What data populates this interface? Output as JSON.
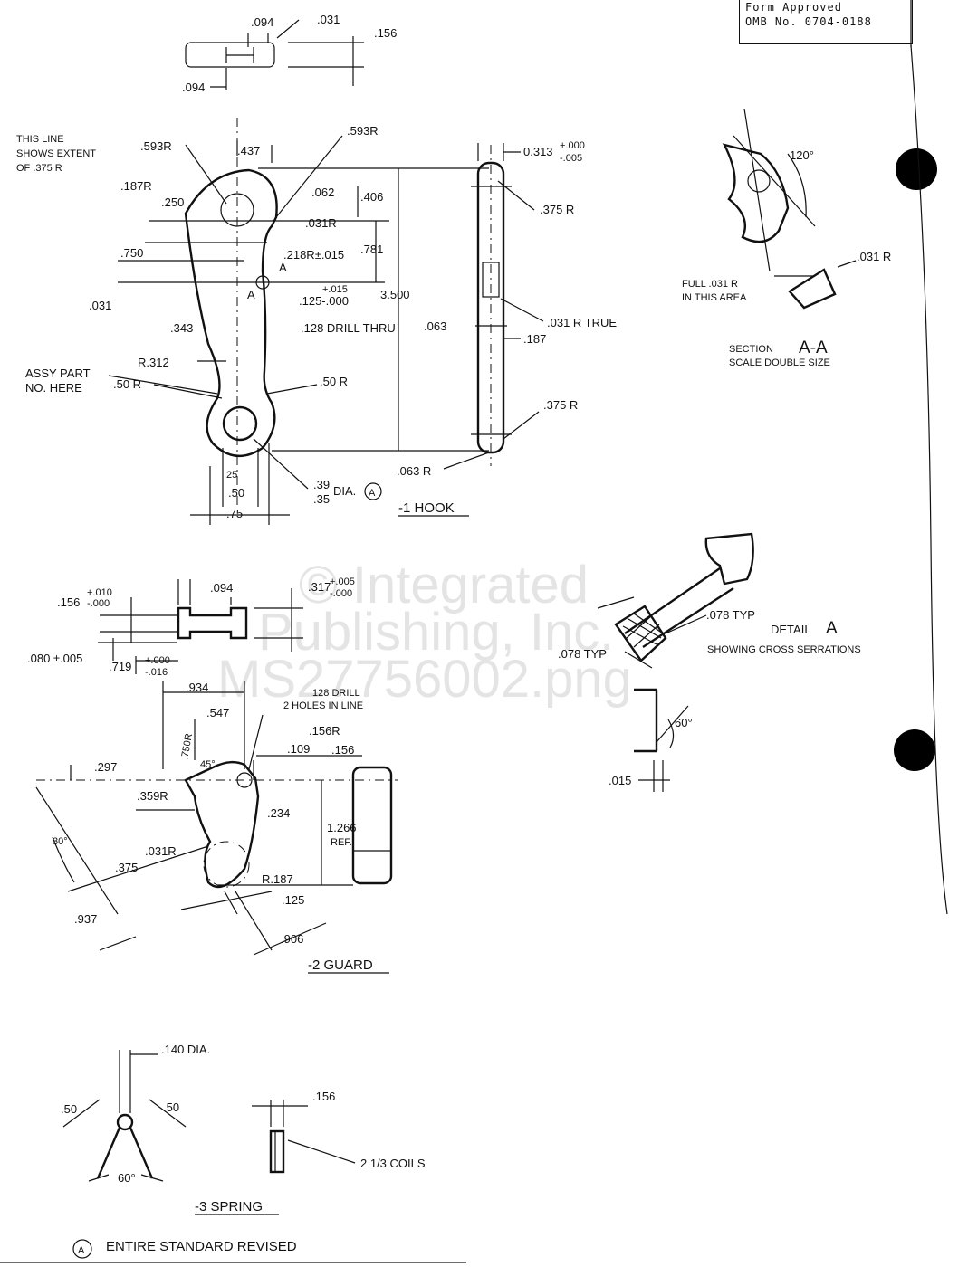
{
  "form": {
    "line1": "Form Approved",
    "line2": "OMB No. 0704-0188"
  },
  "watermark": {
    "line1": "© Integrated",
    "line2": "Publishing, Inc.",
    "line3": "MS27756002.png"
  },
  "top_view": {
    "d094_top": ".094",
    "d031": ".031",
    "d156": ".156",
    "d094_bottom": ".094"
  },
  "hook": {
    "note_line1": "THIS LINE",
    "note_line2": "SHOWS EXTENT",
    "note_line3": "OF .375 R",
    "r593_left": ".593R",
    "d437": ".437",
    "r593_right": ".593R",
    "r187": ".187R",
    "d250": ".250",
    "d062": ".062",
    "d406": ".406",
    "r031": ".031R",
    "d750": ".750",
    "r218": ".218R±.015",
    "d781": ".781",
    "a_label": "A",
    "d031_left": ".031",
    "tol_plus": "+.015",
    "tol_125": ".125-.000",
    "d3500": "3.500",
    "drill": ".128 DRILL THRU",
    "d343": ".343",
    "r312": "R.312",
    "assy1": "ASSY PART",
    "assy2": "NO. HERE",
    "r50_left": ".50 R",
    "r50_right": ".50 R",
    "d25": ".25",
    "d50": ".50",
    "d75": ".75",
    "dia_top": ".39",
    "dia_bottom": ".35",
    "dia_label": "DIA.",
    "dia_flag": "A",
    "title": "-1 HOOK"
  },
  "hook_side": {
    "d313": "0.313",
    "tol_plus": "+.000",
    "tol_minus": "-.005",
    "r375_top": ".375 R",
    "d063": ".063",
    "r031_true": ".031 R TRUE",
    "d187": ".187",
    "r375_bottom": ".375 R",
    "r063": ".063 R"
  },
  "section_aa": {
    "angle": "120°",
    "r031": ".031 R",
    "full1": "FULL .031 R",
    "full2": "IN THIS AREA",
    "section_label": "SECTION",
    "section_id": "A-A",
    "scale": "SCALE DOUBLE SIZE"
  },
  "detail_a": {
    "typ_top": ".078 TYP",
    "typ_left": ".078 TYP",
    "detail_label": "DETAIL",
    "detail_id": "A",
    "showing": "SHOWING CROSS SERRATIONS",
    "angle": "60°",
    "d015": ".015"
  },
  "guard_top": {
    "d156": ".156",
    "tol_plus": "+.010",
    "tol_minus": "-.000",
    "d094": ".094",
    "d317": ".317",
    "t317_plus": "+.005",
    "t317_minus": "-.000",
    "d080": ".080 ±.005",
    "d719": ".719",
    "t719_plus": "+.000",
    "t719_minus": "-.016"
  },
  "guard": {
    "d934": ".934",
    "drill1": ".128 DRILL",
    "drill2": "2 HOLES IN LINE",
    "d547": ".547",
    "r750": ".750R",
    "r156": ".156R",
    "d109": ".109",
    "d156": ".156",
    "ang45": "45°",
    "d297": ".297",
    "r359": ".359R",
    "d234": ".234",
    "d1266": "1.266",
    "ref": "REF.",
    "ang30": "30°",
    "r031": ".031R",
    "d375": ".375",
    "r187": "R.187",
    "d125": ".125",
    "d937": ".937",
    "d906": ".906",
    "title": "-2 GUARD"
  },
  "spring": {
    "dia": ".140  DIA.",
    "d50_left": ".50",
    "d50_right": ".50",
    "angle": "60°",
    "d156": ".156",
    "coils": "2 1/3 COILS",
    "title": "-3 SPRING"
  },
  "footnote": {
    "flag": "A",
    "text": "ENTIRE STANDARD REVISED"
  }
}
